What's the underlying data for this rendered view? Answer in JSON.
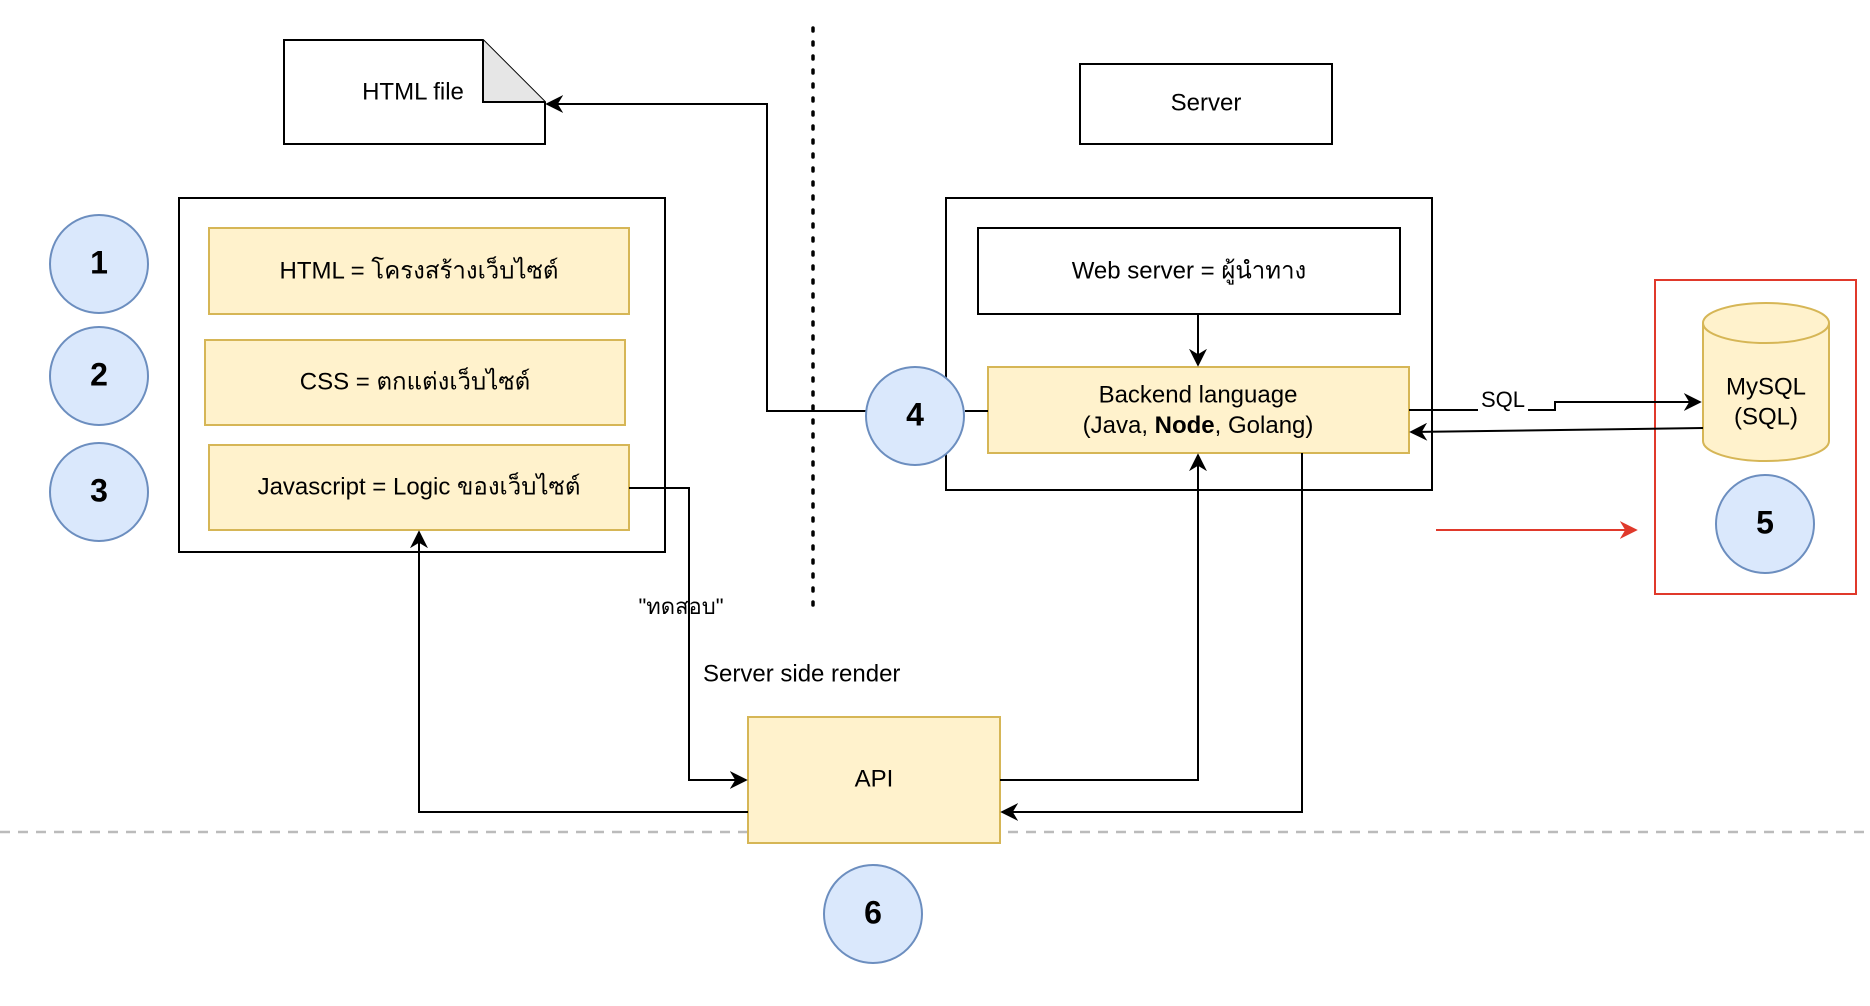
{
  "colors": {
    "yellow_fill": "#fff2cc",
    "yellow_stroke": "#d6b656",
    "blue_fill": "#dae8fc",
    "blue_stroke": "#6c8ebf",
    "red": "#e0392b",
    "line": "#000000",
    "dashed": "#bbbbbb"
  },
  "boxes": {
    "html_file": "HTML file",
    "server": "Server",
    "html_def": "HTML = โครงสร้างเว็บไซต์",
    "css_def": "CSS = ตกแต่งเว็บไซต์",
    "js_def": "Javascript = Logic ของเว็บไซต์",
    "web_server": "Web server = ผู้นำทาง",
    "backend_line1": "Backend language",
    "backend_line2_open": "(Java, ",
    "backend_line2_bold": "Node",
    "backend_line2_close": ", Golang)",
    "mysql_line1": "MySQL",
    "mysql_line2": "(SQL)",
    "api": "API"
  },
  "labels": {
    "sql": "SQL",
    "test": "\"ทดสอบ\"",
    "ssr": "Server side render"
  },
  "badges": [
    "1",
    "2",
    "3",
    "4",
    "5",
    "6"
  ]
}
